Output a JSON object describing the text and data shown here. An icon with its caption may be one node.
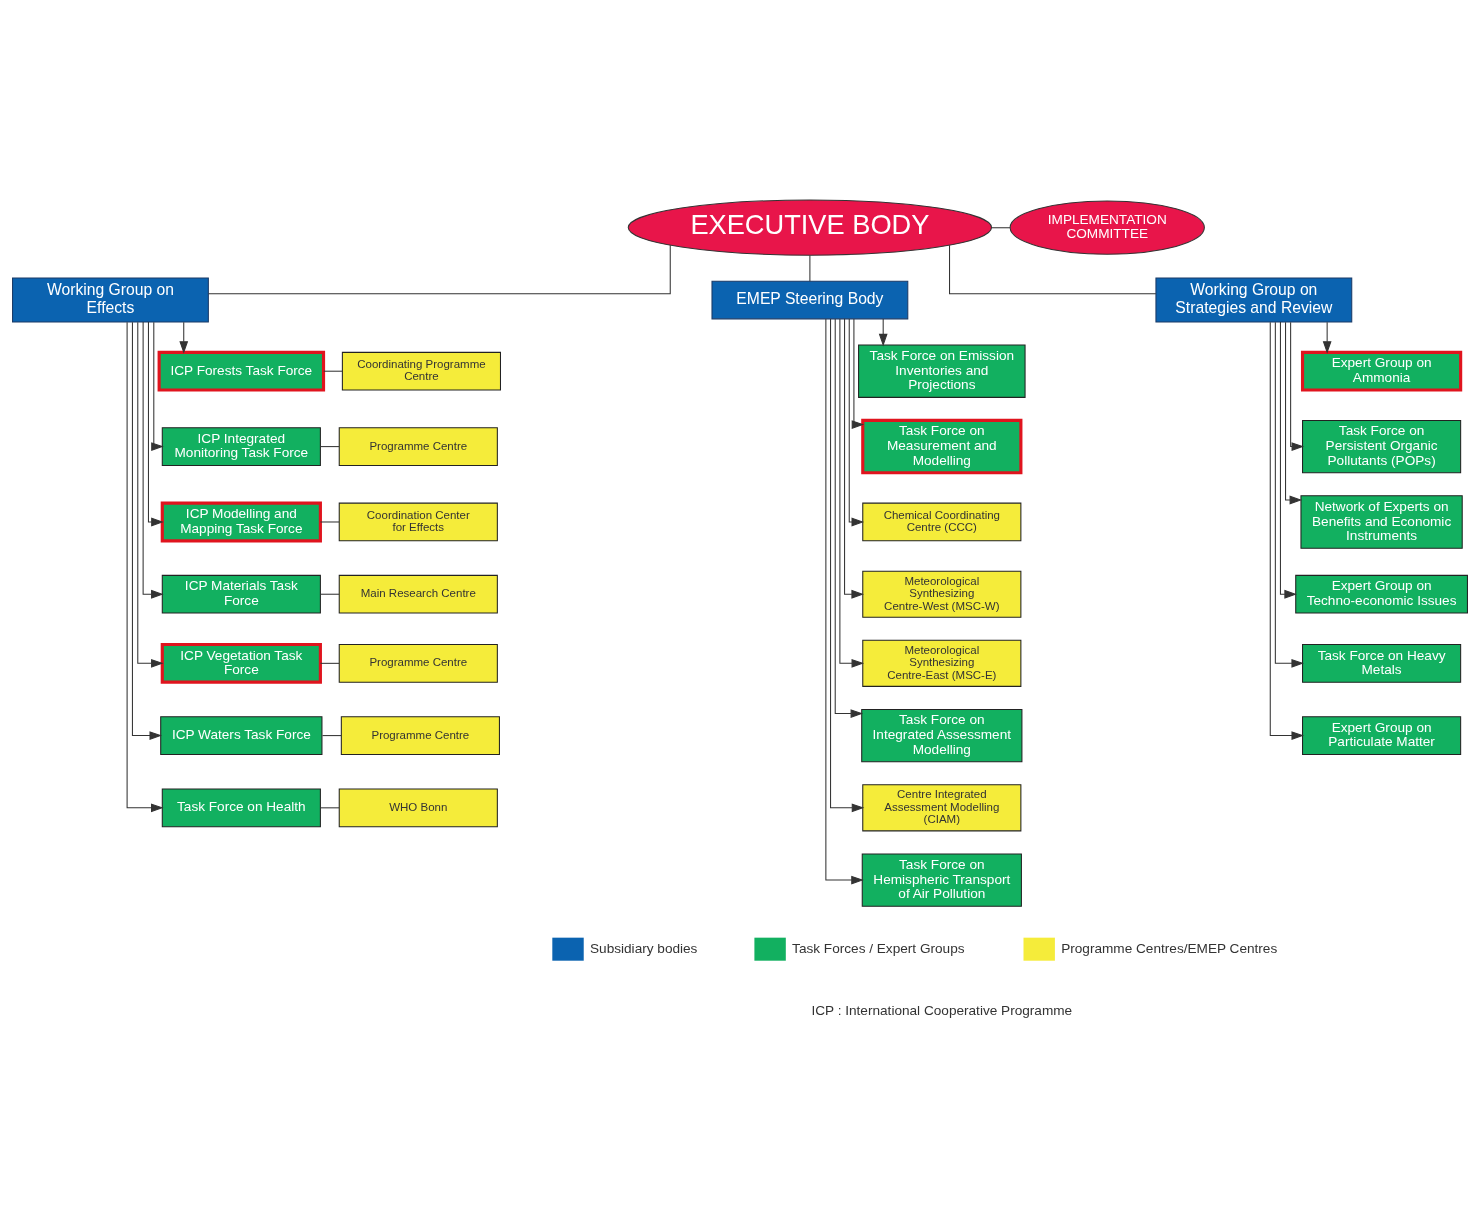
{
  "diagram": {
    "nodes": [
      {
        "text": [
          "EXECUTIVE BODY"
        ]
      },
      {
        "text": [
          "IMPLEMENTATION COMMITTEE"
        ]
      },
      {
        "text": [
          "Working Group on Effects"
        ]
      },
      {
        "text": [
          "EMEP Steering Body"
        ]
      },
      {
        "text": [
          "Working Group on Strategies and Review"
        ]
      },
      {
        "text": [
          "ICP Forests Task Force"
        ]
      },
      {
        "text": [
          "Coordinating Programme Centre"
        ]
      },
      {
        "text": [
          "ICP Integrated Monitoring Task Force"
        ]
      },
      {
        "text": [
          "Programme Centre"
        ]
      },
      {
        "text": [
          "ICP Modelling and Mapping Task Force"
        ]
      },
      {
        "text": [
          "Coordination Center for Effects"
        ]
      },
      {
        "text": [
          "ICP Materials Task Force"
        ]
      },
      {
        "text": [
          "Main Research Centre"
        ]
      },
      {
        "text": [
          "ICP Vegetation Task Force"
        ]
      },
      {
        "text": [
          "Programme Centre"
        ]
      },
      {
        "text": [
          "ICP Waters Task Force"
        ]
      },
      {
        "text": [
          "Programme Centre"
        ]
      },
      {
        "text": [
          "Task Force on Health"
        ]
      },
      {
        "text": [
          "WHO Bonn"
        ]
      },
      {
        "text": [
          "Task Force on Emission Inventories and Projections"
        ]
      },
      {
        "text": [
          "Task Force on Measurement and Modelling"
        ]
      },
      {
        "text": [
          "Chemical Coordinating Centre (CCC)"
        ]
      },
      {
        "text": [
          "Meteorological Synthesizing Centre-West (MSC-W)"
        ]
      },
      {
        "text": [
          "Meteorological Synthesizing Centre-East (MSC-E)"
        ]
      },
      {
        "text": [
          "Task Force on Integrated Assessment Modelling"
        ]
      },
      {
        "text": [
          "Centre Integrated Assessment Modelling (CIAM)"
        ]
      },
      {
        "text": [
          "Task Force on Hemispheric Transport of Air Pollution"
        ]
      },
      {
        "text": [
          "Expert Group on Ammonia"
        ]
      },
      {
        "text": [
          "Task Force on Persistent Organic Pollutants (POPs)"
        ]
      },
      {
        "text": [
          "Network of Experts on Benefits and Economic Instruments"
        ]
      },
      {
        "text": [
          "Expert Group on Techno-economic Issues"
        ]
      },
      {
        "text": [
          "Task Force on Heavy Metals"
        ]
      },
      {
        "text": [
          "Expert Group on Particulate Matter"
        ]
      }
    ],
    "edges": [
      {
        "from": 0,
        "to": 1,
        "arrow": "none"
      },
      {
        "from": 0,
        "to": 2,
        "arrow": "none"
      },
      {
        "from": 0,
        "to": 3,
        "arrow": "none"
      },
      {
        "from": 0,
        "to": 4,
        "arrow": "none"
      },
      {
        "from": 2,
        "to": 5,
        "arrow": "to"
      },
      {
        "from": 2,
        "to": 7,
        "arrow": "to"
      },
      {
        "from": 2,
        "to": 9,
        "arrow": "to"
      },
      {
        "from": 2,
        "to": 11,
        "arrow": "to"
      },
      {
        "from": 2,
        "to": 13,
        "arrow": "to"
      },
      {
        "from": 2,
        "to": 15,
        "arrow": "to"
      },
      {
        "from": 2,
        "to": 17,
        "arrow": "to"
      },
      {
        "from": 5,
        "to": 6,
        "arrow": "none"
      },
      {
        "from": 7,
        "to": 8,
        "arrow": "none"
      },
      {
        "from": 9,
        "to": 10,
        "arrow": "none"
      },
      {
        "from": 11,
        "to": 12,
        "arrow": "none"
      },
      {
        "from": 13,
        "to": 14,
        "arrow": "none"
      },
      {
        "from": 15,
        "to": 16,
        "arrow": "none"
      },
      {
        "from": 17,
        "to": 18,
        "arrow": "none"
      },
      {
        "from": 3,
        "to": 19,
        "arrow": "to"
      },
      {
        "from": 3,
        "to": 20,
        "arrow": "to"
      },
      {
        "from": 3,
        "to": 21,
        "arrow": "to"
      },
      {
        "from": 3,
        "to": 22,
        "arrow": "to"
      },
      {
        "from": 3,
        "to": 23,
        "arrow": "to"
      },
      {
        "from": 3,
        "to": 24,
        "arrow": "to"
      },
      {
        "from": 3,
        "to": 25,
        "arrow": "to"
      },
      {
        "from": 3,
        "to": 26,
        "arrow": "to"
      },
      {
        "from": 4,
        "to": 27,
        "arrow": "to"
      },
      {
        "from": 4,
        "to": 28,
        "arrow": "to"
      },
      {
        "from": 4,
        "to": 29,
        "arrow": "to"
      },
      {
        "from": 4,
        "to": 30,
        "arrow": "to"
      },
      {
        "from": 4,
        "to": 31,
        "arrow": "to"
      },
      {
        "from": 4,
        "to": 32,
        "arrow": "to"
      }
    ],
    "labels": [
      "ICP : International Cooperative Programme"
    ],
    "legend": [
      {
        "text": "Subsidiary bodies",
        "color": "#0b63b0"
      },
      {
        "text": "Task Forces / Expert Groups",
        "color": "#12b060"
      },
      {
        "text": "Programme Centres/EMEP Centres",
        "color": "#f5ec3a"
      }
    ]
  }
}
